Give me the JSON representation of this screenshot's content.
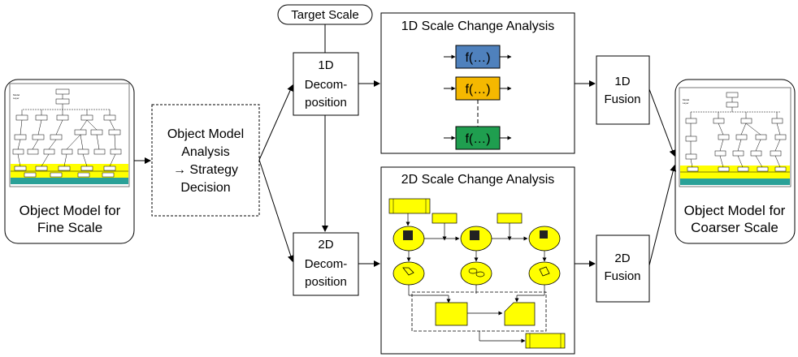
{
  "diagram": {
    "input_model": {
      "line1": "Object Model for",
      "line2": "Fine Scale"
    },
    "analysis": {
      "line1": "Object Model",
      "line2": "Analysis",
      "line3": "→ Strategy",
      "line4": "Decision"
    },
    "target_scale": "Target Scale",
    "decomp_1d": {
      "line1": "1D",
      "line2": "Decom-",
      "line3": "position"
    },
    "decomp_2d": {
      "line1": "2D",
      "line2": "Decom-",
      "line3": "position"
    },
    "analysis_1d": {
      "title": "1D Scale Change Analysis",
      "functions": [
        {
          "label": "f(…)",
          "color": "#4f81bd"
        },
        {
          "label": "f(…)",
          "color": "#f5b800"
        },
        {
          "label": "f(…)",
          "color": "#1f9e4f"
        }
      ]
    },
    "analysis_2d": {
      "title": "2D Scale Change Analysis"
    },
    "fusion_1d": {
      "line1": "1D",
      "line2": "Fusion"
    },
    "fusion_2d": {
      "line1": "2D",
      "line2": "Fusion"
    },
    "output_model": {
      "line1": "Object Model for",
      "line2": "Coarser Scale"
    },
    "colors": {
      "highlight_yellow": "#ffff00",
      "teal_band": "#2aa198"
    }
  }
}
